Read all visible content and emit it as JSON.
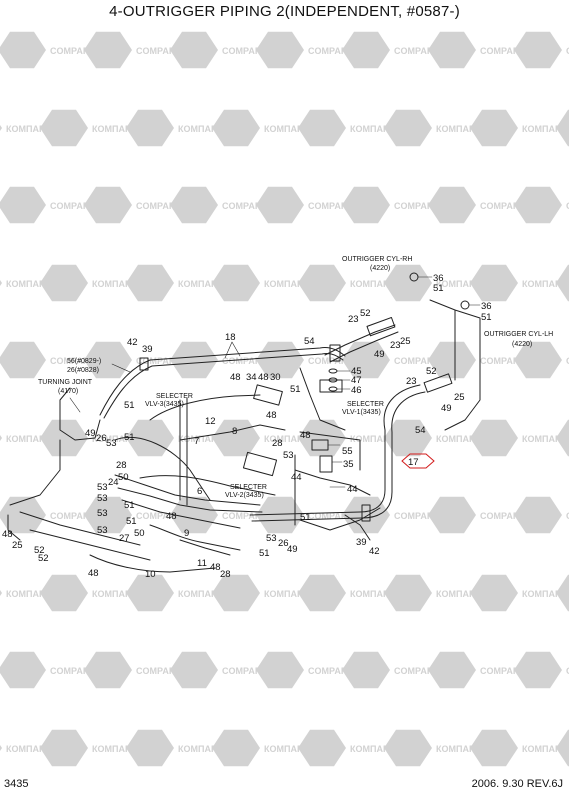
{
  "title": "4-OUTRIGGER PIPING 2(INDEPENDENT, #0587-)",
  "watermark": {
    "brand_latin": "COMPART",
    "brand_cyrillic": "КОМПАРТ",
    "color": "#d2d2d2"
  },
  "labels": {
    "outrigger_rh": "OUTRIGGER CYL-RH",
    "outrigger_rh_ref": "(4220)",
    "outrigger_lh": "OUTRIGGER CYL-LH",
    "outrigger_lh_ref": "(4220)",
    "turning_joint": "TURNING JOINT",
    "turning_joint_ref": "(4170)",
    "selecter3": "SELECTER",
    "selecter3_ref": "VLV-3(3435)",
    "selecter1": "SELECTER",
    "selecter1_ref": "VLV-1(3435)",
    "selecter2": "SELECTER",
    "selecter2_ref": "VLV-2(3435)",
    "serial_56": "56(#0829-)",
    "serial_26": "26(#0828)"
  },
  "callouts": [
    {
      "id": "c36a",
      "text": "36"
    },
    {
      "id": "c51a",
      "text": "51"
    },
    {
      "id": "c36b",
      "text": "36"
    },
    {
      "id": "c51b",
      "text": "51"
    },
    {
      "id": "c23a",
      "text": "23"
    },
    {
      "id": "c52a",
      "text": "52"
    },
    {
      "id": "c54a",
      "text": "54"
    },
    {
      "id": "c23b",
      "text": "23"
    },
    {
      "id": "c49a",
      "text": "49"
    },
    {
      "id": "c25a",
      "text": "25"
    },
    {
      "id": "c18",
      "text": "18"
    },
    {
      "id": "c42a",
      "text": "42"
    },
    {
      "id": "c39a",
      "text": "39"
    },
    {
      "id": "c45",
      "text": "45"
    },
    {
      "id": "c47",
      "text": "47"
    },
    {
      "id": "c46",
      "text": "46"
    },
    {
      "id": "c48a",
      "text": "48"
    },
    {
      "id": "c34",
      "text": "34"
    },
    {
      "id": "c48b",
      "text": "48"
    },
    {
      "id": "c30",
      "text": "30"
    },
    {
      "id": "c51c",
      "text": "51"
    },
    {
      "id": "c52b",
      "text": "52"
    },
    {
      "id": "c23c",
      "text": "23"
    },
    {
      "id": "c25b",
      "text": "25"
    },
    {
      "id": "c49b",
      "text": "49"
    },
    {
      "id": "c51d",
      "text": "51"
    },
    {
      "id": "c12",
      "text": "12"
    },
    {
      "id": "c48c",
      "text": "48"
    },
    {
      "id": "c54b",
      "text": "54"
    },
    {
      "id": "c49c",
      "text": "49"
    },
    {
      "id": "c26a",
      "text": "26"
    },
    {
      "id": "c53a",
      "text": "53"
    },
    {
      "id": "c51e",
      "text": "51"
    },
    {
      "id": "c7",
      "text": "7"
    },
    {
      "id": "c8",
      "text": "8"
    },
    {
      "id": "c28a",
      "text": "28"
    },
    {
      "id": "c48d",
      "text": "48"
    },
    {
      "id": "c55",
      "text": "55"
    },
    {
      "id": "c17",
      "text": "17"
    },
    {
      "id": "c28b",
      "text": "28"
    },
    {
      "id": "c53b",
      "text": "53"
    },
    {
      "id": "c35",
      "text": "35"
    },
    {
      "id": "c50a",
      "text": "50"
    },
    {
      "id": "c24",
      "text": "24"
    },
    {
      "id": "c53c",
      "text": "53"
    },
    {
      "id": "c44a",
      "text": "44"
    },
    {
      "id": "c44b",
      "text": "44"
    },
    {
      "id": "c6",
      "text": "6"
    },
    {
      "id": "c53d",
      "text": "53"
    },
    {
      "id": "c51f",
      "text": "51"
    },
    {
      "id": "c48e",
      "text": "48"
    },
    {
      "id": "c53e",
      "text": "53"
    },
    {
      "id": "c51g",
      "text": "51"
    },
    {
      "id": "c50b",
      "text": "50"
    },
    {
      "id": "c27",
      "text": "27"
    },
    {
      "id": "c53f",
      "text": "53"
    },
    {
      "id": "c51h",
      "text": "51"
    },
    {
      "id": "c9",
      "text": "9"
    },
    {
      "id": "c48f",
      "text": "48"
    },
    {
      "id": "c25c",
      "text": "25"
    },
    {
      "id": "c52c",
      "text": "52"
    },
    {
      "id": "c53g",
      "text": "53"
    },
    {
      "id": "c26b",
      "text": "26"
    },
    {
      "id": "c49d",
      "text": "49"
    },
    {
      "id": "c39b",
      "text": "39"
    },
    {
      "id": "c42b",
      "text": "42"
    },
    {
      "id": "c51i",
      "text": "51"
    },
    {
      "id": "c52d",
      "text": "52"
    },
    {
      "id": "c48g",
      "text": "48"
    },
    {
      "id": "c10",
      "text": "10"
    },
    {
      "id": "c11",
      "text": "11"
    },
    {
      "id": "c48h",
      "text": "48"
    },
    {
      "id": "c28c",
      "text": "28"
    }
  ],
  "footer": {
    "page_number": "3435",
    "revision": "2006. 9.30  REV.6J"
  }
}
